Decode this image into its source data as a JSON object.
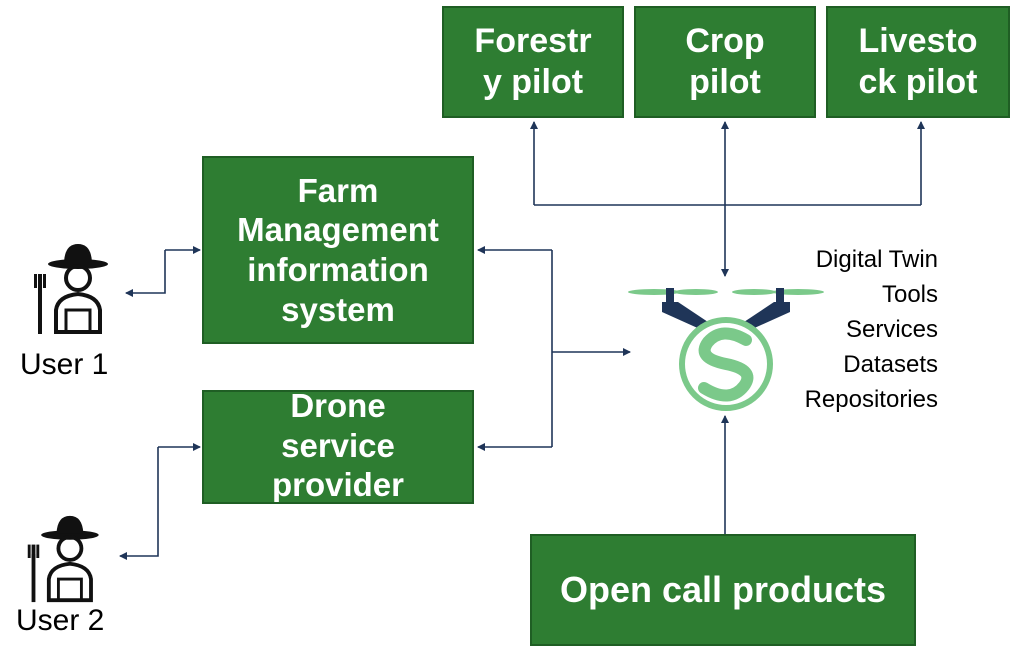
{
  "pilots": [
    {
      "line1": "Forestr",
      "line2": "y pilot"
    },
    {
      "line1": "Crop",
      "line2": "pilot"
    },
    {
      "line1": "Livesto",
      "line2": "ck pilot"
    }
  ],
  "fmis": {
    "line1": "Farm",
    "line2": "Management",
    "line3": "information",
    "line4": "system"
  },
  "drone": {
    "line1": "Drone",
    "line2": "service",
    "line3": "provider"
  },
  "open_call": "Open call products",
  "users": {
    "user1": "User 1",
    "user2": "User 2"
  },
  "tools": [
    "Digital Twin",
    "Tools",
    "Services",
    "Datasets",
    "Repositories"
  ],
  "icons": {
    "farmer": "farmer-icon",
    "drone": "drone-logo-icon"
  },
  "colors": {
    "box": "#2e7d32",
    "arrow": "#1f3558",
    "logo": "#7bc98a"
  }
}
